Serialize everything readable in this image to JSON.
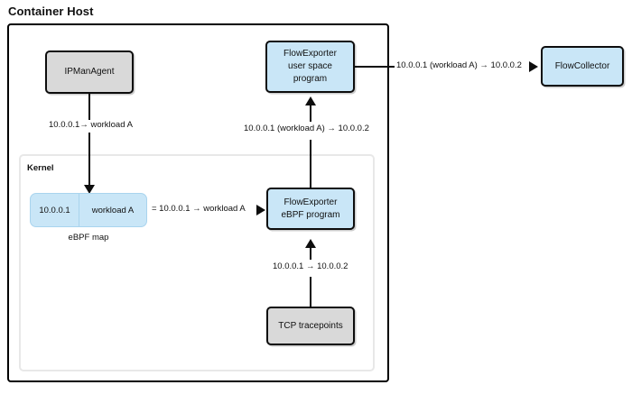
{
  "diagram": {
    "title": "Container Host",
    "kernel_label": "Kernel",
    "nodes": {
      "ipmanagent": {
        "label": "IPManAgent",
        "color": "#d9d9d9"
      },
      "flowexporter_user": {
        "line1": "FlowExporter",
        "line2": "user space",
        "line3": "program",
        "color": "#c9e6f7"
      },
      "flowcollector": {
        "label": "FlowCollector",
        "color": "#c9e6f7"
      },
      "flowexporter_ebpf": {
        "line1": "FlowExporter",
        "line2": "eBPF program",
        "color": "#c9e6f7"
      },
      "tcp_tracepoints": {
        "label": "TCP tracepoints",
        "color": "#d9d9d9"
      },
      "ebpf_map": {
        "key": "10.0.0.1",
        "value": "workload A",
        "caption": "eBPF map",
        "color": "#c9e6f7"
      }
    },
    "edges": {
      "ipmanagent_to_map": "10.0.0.1→ workload A",
      "map_to_ebpf": "= 10.0.0.1  → workload A",
      "ebpf_to_userspace": "10.0.0.1 (workload A) → 10.0.0.2",
      "userspace_to_collector": "10.0.0.1 (workload A) → 10.0.0.2",
      "tracepoints_to_ebpf": "10.0.0.1 → 10.0.0.2"
    }
  }
}
